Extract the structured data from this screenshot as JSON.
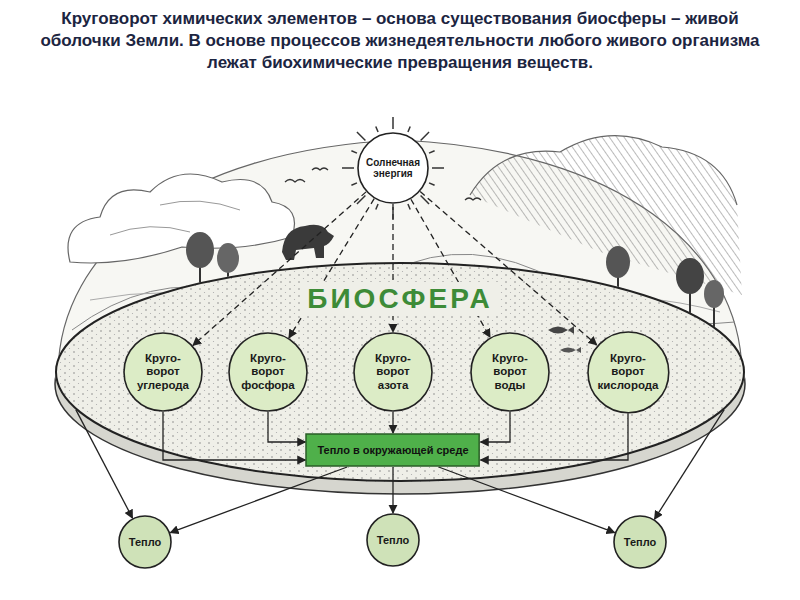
{
  "diagram": {
    "title": "Круговорот химических элементов – основа существования биосферы – живой оболочки Земли. В основе процессов жизнедеятельности любого живого организма лежат биохимические превращения веществ.",
    "nodes": [
      {
        "text": [
          "Солнечная энергия"
        ]
      },
      {
        "text": [
          "БИОСФЕРА"
        ]
      },
      {
        "text": [
          "Круго- ворот углерода"
        ],
        "in": 1
      },
      {
        "text": [
          "Круго- ворот фосфора"
        ],
        "in": 1
      },
      {
        "text": [
          "Круго- ворот азота"
        ],
        "in": 1
      },
      {
        "text": [
          "Круго- ворот воды"
        ],
        "in": 1
      },
      {
        "text": [
          "Круго- ворот кислорода"
        ],
        "in": 1
      },
      {
        "text": [
          "Тепло в окружающей среде"
        ],
        "in": 1
      },
      {
        "text": [
          "Тепло"
        ]
      },
      {
        "text": [
          "Тепло"
        ]
      },
      {
        "text": [
          "Тепло"
        ]
      }
    ],
    "edges": [
      {
        "from": 0,
        "to": 2,
        "arrow": "to"
      },
      {
        "from": 0,
        "to": 3,
        "arrow": "to"
      },
      {
        "from": 0,
        "to": 4,
        "arrow": "to"
      },
      {
        "from": 0,
        "to": 5,
        "arrow": "to"
      },
      {
        "from": 0,
        "to": 6,
        "arrow": "to"
      },
      {
        "from": 2,
        "to": 7,
        "arrow": "to"
      },
      {
        "from": 3,
        "to": 7,
        "arrow": "to"
      },
      {
        "from": 4,
        "to": 7,
        "arrow": "to"
      },
      {
        "from": 5,
        "to": 7,
        "arrow": "to"
      },
      {
        "from": 6,
        "to": 7,
        "arrow": "to"
      },
      {
        "from": 7,
        "to": 8,
        "arrow": "to"
      },
      {
        "from": 7,
        "to": 9,
        "arrow": "to"
      },
      {
        "from": 7,
        "to": 10,
        "arrow": "to"
      },
      {
        "from": 1,
        "to": 8,
        "arrow": "to"
      },
      {
        "from": 1,
        "to": 10,
        "arrow": "to"
      }
    ]
  }
}
